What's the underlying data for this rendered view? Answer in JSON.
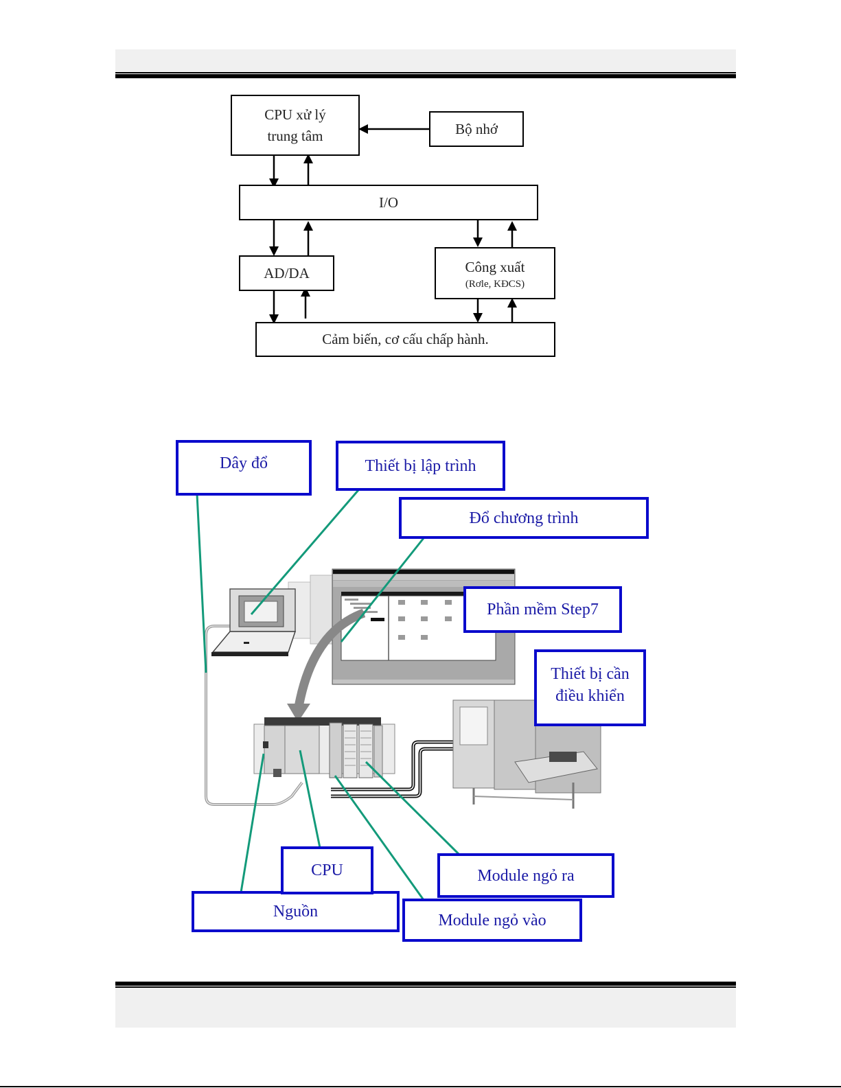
{
  "block_diagram": {
    "cpu": {
      "line1": "CPU xử lý",
      "line2": "trung tâm"
    },
    "memory": "Bộ nhớ",
    "io": "I/O",
    "adda": "AD/DA",
    "power_out": {
      "line1": "Công xuất",
      "line2": "(Rơle, KĐCS)"
    },
    "sensors": "Cảm biến, cơ cấu chấp hành."
  },
  "plc_illustration": {
    "labels": {
      "download_cable": "Dây đổ",
      "programming_device": "Thiết bị lập trình",
      "download_program": "Đổ chương trình",
      "software": "Phần mềm Step7",
      "controlled_device": {
        "line1": "Thiết bị cần",
        "line2": "điều khiển"
      },
      "cpu": "CPU",
      "power_supply": "Nguồn",
      "output_module": "Module ngỏ ra",
      "input_module": "Module ngỏ vào"
    }
  },
  "colors": {
    "label_border": "#0a0acc",
    "label_text": "#1a1aa6",
    "leader_line": "#139a7a",
    "header_band": "#f0f0f0"
  }
}
